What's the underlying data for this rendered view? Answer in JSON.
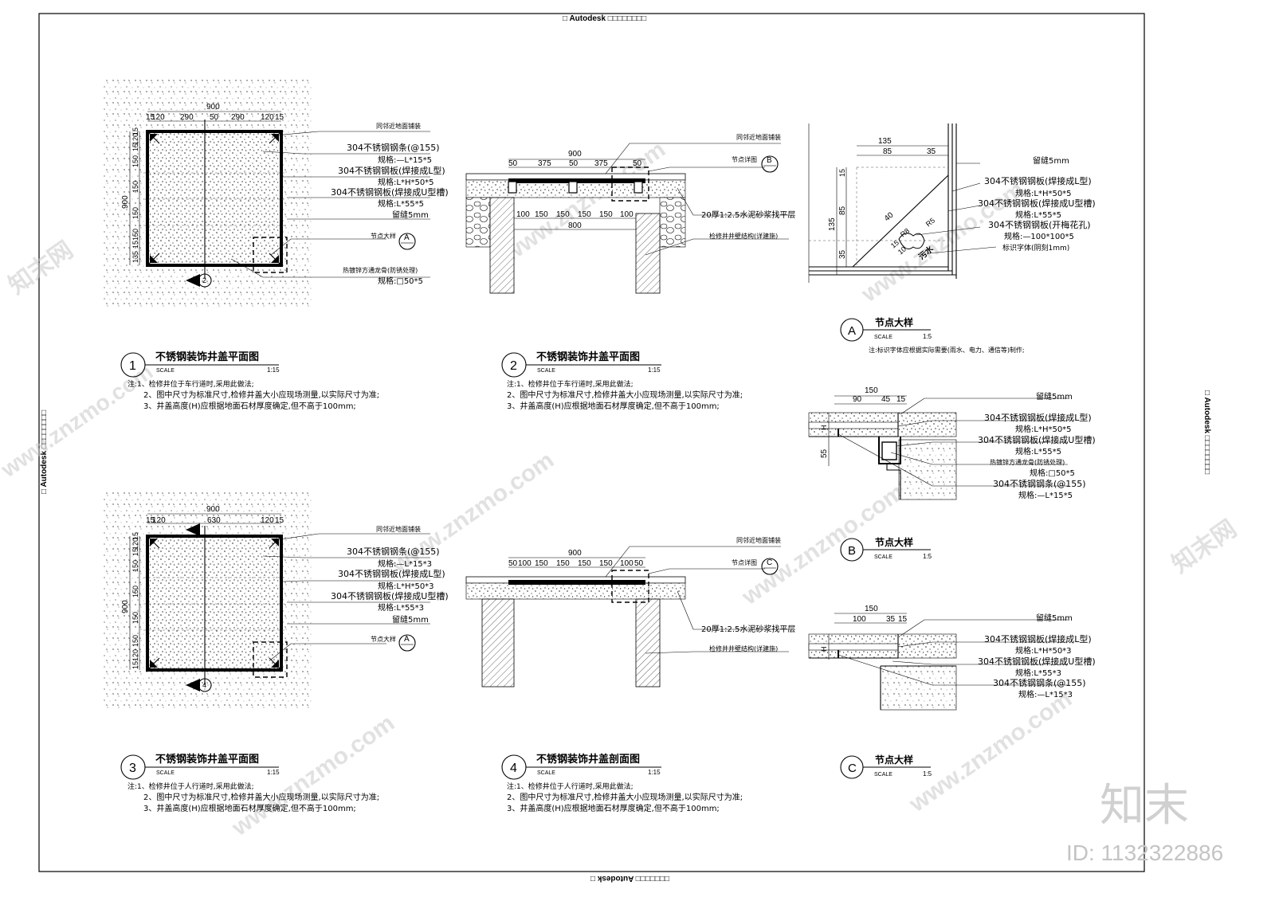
{
  "frame": {
    "top_stamp": "□ Autodesk □□□□□□□□",
    "bottom_stamp": "□□□□□□□ Autodesk □",
    "left_stamp": "□ Autodesk □□□□□□□□",
    "right_stamp": "□ Autodesk □□□□□□□□"
  },
  "watermark": {
    "site": "www.znzmo.com",
    "brand": "知末网",
    "logo": "知末",
    "id": "ID: 1132322886"
  },
  "plan1": {
    "dims_top_total": "900",
    "dims_top": [
      "15",
      "120",
      "290",
      "50",
      "290",
      "120",
      "15"
    ],
    "dims_left_total": "900",
    "dims_left": [
      "135",
      "15",
      "150",
      "150",
      "150",
      "150",
      "15",
      "120",
      "15"
    ],
    "labels": [
      {
        "text": "同邻近地面铺装"
      },
      {
        "text": "304不锈钢钢条(@155)"
      },
      {
        "text": "规格:—L*15*5"
      },
      {
        "text": "304不锈钢钢板(焊接成L型)"
      },
      {
        "text": "规格:L*H*50*5"
      },
      {
        "text": "304不锈钢钢板(焊接成U型槽)"
      },
      {
        "text": "规格:L*55*5"
      },
      {
        "text": "留缝5mm"
      },
      {
        "text": "节点大样"
      },
      {
        "text": "热镀锌方通龙骨(防锈处理)"
      },
      {
        "text": "规格:□50*5"
      }
    ],
    "callout": "A",
    "section_mark": "2"
  },
  "plan3": {
    "dims_top_total": "900",
    "dims_top": [
      "15",
      "120",
      "630",
      "120",
      "15"
    ],
    "dims_left_total": "900",
    "dims_left": [
      "15",
      "120",
      "150",
      "150",
      "150",
      "150",
      "15",
      "120",
      "15"
    ],
    "labels": [
      {
        "text": "同邻近地面铺装"
      },
      {
        "text": "304不锈钢钢条(@155)"
      },
      {
        "text": "规格:—L*15*3"
      },
      {
        "text": "304不锈钢钢板(焊接成L型)"
      },
      {
        "text": "规格:L*H*50*3"
      },
      {
        "text": "304不锈钢钢板(焊接成U型槽)"
      },
      {
        "text": "规格:L*55*3"
      },
      {
        "text": "留缝5mm"
      },
      {
        "text": "节点大样"
      }
    ],
    "callout": "A",
    "section_mark": "4"
  },
  "section2": {
    "dims_top_total": "900",
    "dims_top": [
      "50",
      "375",
      "50",
      "375",
      "50"
    ],
    "dims_mid": [
      "100",
      "150",
      "150",
      "150",
      "150",
      "100"
    ],
    "dims_mid_total": "800",
    "labels": [
      {
        "text": "同邻近地面铺装"
      },
      {
        "text": "节点详图"
      },
      {
        "text": "20厚1:2.5水泥砂浆找平层"
      },
      {
        "text": "检修井井壁结构(详建施)"
      }
    ],
    "callout": "B"
  },
  "section4": {
    "dims_top_total": "900",
    "dims_top": [
      "50",
      "100",
      "150",
      "150",
      "150",
      "150",
      "100",
      "50"
    ],
    "labels": [
      {
        "text": "同邻近地面铺装"
      },
      {
        "text": "节点详图"
      },
      {
        "text": "20厚1:2.5水泥砂浆找平层"
      },
      {
        "text": "检修井井壁结构(详建施)"
      }
    ],
    "callout": "C"
  },
  "detailA": {
    "dims": [
      "135",
      "85",
      "35",
      "15",
      "85",
      "35",
      "135",
      "40",
      "R8",
      "R5",
      "15",
      "10"
    ],
    "symbol": "污水",
    "labels": [
      {
        "text": "留缝5mm"
      },
      {
        "text": "304不锈钢钢板(焊接成L型)"
      },
      {
        "text": "规格:L*H*50*5"
      },
      {
        "text": "304不锈钢钢板(焊接成U型槽)"
      },
      {
        "text": "规格:L*55*5"
      },
      {
        "text": "304不锈钢钢板(开梅花孔)"
      },
      {
        "text": "规格:—100*100*5"
      },
      {
        "text": "标识字体(阴刻1mm)"
      }
    ]
  },
  "detailB": {
    "dims": [
      "150",
      "90",
      "45",
      "15",
      "H",
      "55"
    ],
    "labels": [
      {
        "text": "留缝5mm"
      },
      {
        "text": "304不锈钢钢板(焊接成L型)"
      },
      {
        "text": "规格:L*H*50*5"
      },
      {
        "text": "304不锈钢钢板(焊接成U型槽)"
      },
      {
        "text": "规格:L*55*5"
      },
      {
        "text": "热镀锌方通龙骨(防锈处理)"
      },
      {
        "text": "规格:□50*5"
      },
      {
        "text": "304不锈钢钢条(@155)"
      },
      {
        "text": "规格:—L*15*5"
      }
    ]
  },
  "detailC": {
    "dims": [
      "150",
      "100",
      "35",
      "15",
      "H"
    ],
    "labels": [
      {
        "text": "留缝5mm"
      },
      {
        "text": "304不锈钢钢板(焊接成L型)"
      },
      {
        "text": "规格:L*H*50*3"
      },
      {
        "text": "304不锈钢钢板(焊接成U型槽)"
      },
      {
        "text": "规格:L*55*3"
      },
      {
        "text": "304不锈钢钢条(@155)"
      },
      {
        "text": "规格:—L*15*3"
      }
    ]
  },
  "titles": {
    "t1": {
      "num": "1",
      "name": "不锈钢装饰井盖平面图",
      "scale_label": "SCALE",
      "scale": "1:15"
    },
    "t2": {
      "num": "2",
      "name": "不锈钢装饰井盖平面图",
      "scale_label": "SCALE",
      "scale": "1:15"
    },
    "t3": {
      "num": "3",
      "name": "不锈钢装饰井盖平面图",
      "scale_label": "SCALE",
      "scale": "1:15"
    },
    "t4": {
      "num": "4",
      "name": "不锈钢装饰井盖剖面图",
      "scale_label": "SCALE",
      "scale": "1:15"
    },
    "tA": {
      "num": "A",
      "name": "节点大样",
      "scale_label": "SCALE",
      "scale": "1:5"
    },
    "tB": {
      "num": "B",
      "name": "节点大样",
      "scale_label": "SCALE",
      "scale": "1:5"
    },
    "tC": {
      "num": "C",
      "name": "节点大样",
      "scale_label": "SCALE",
      "scale": "1:5"
    }
  },
  "notes": {
    "n1": [
      "注:1、检修井位于车行道时,采用此做法;",
      "2、图中尺寸为标准尺寸,检修井盖大小应现场测量,以实际尺寸为准;",
      "3、井盖高度(H)应根据地面石材厚度确定,但不高于100mm;"
    ],
    "n2": [
      "注:1、检修井位于车行道时,采用此做法;",
      "2、图中尺寸为标准尺寸,检修井盖大小应现场测量,以实际尺寸为准;",
      "3、井盖高度(H)应根据地面石材厚度确定,但不高于100mm;"
    ],
    "n3": [
      "注:1、检修井位于人行道时,采用此做法;",
      "2、图中尺寸为标准尺寸,检修井盖大小应现场测量,以实际尺寸为准;",
      "3、井盖高度(H)应根据地面石材厚度确定,但不高于100mm;"
    ],
    "n4": [
      "注:1、检修井位于人行道时,采用此做法;",
      "2、图中尺寸为标准尺寸,检修井盖大小应现场测量,以实际尺寸为准;",
      "3、井盖高度(H)应根据地面石材厚度确定,但不高于100mm;"
    ],
    "nA": "注:标识字体应根据实际需要(雨水、电力、通信等)制作;"
  }
}
